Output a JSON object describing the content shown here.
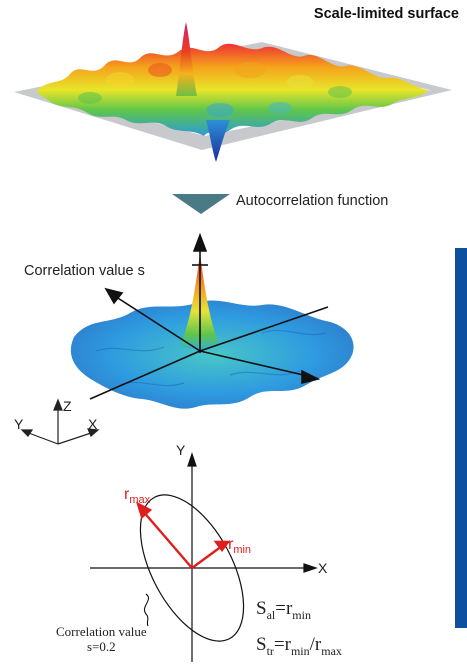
{
  "title": "Scale-limited surface",
  "step_label": "Autocorrelation function",
  "correlation_label": "Correlation value s",
  "coord": {
    "x": "X",
    "y": "Y",
    "z": "Z"
  },
  "plot": {
    "x_axis": "X",
    "y_axis": "Y",
    "r_max": {
      "base": "r",
      "sub": "max"
    },
    "r_min": {
      "base": "r",
      "sub": "min"
    },
    "contour_label_line1": "Correlation value",
    "contour_label_line2": "s=0.2",
    "eq1": {
      "lhs": "S",
      "lhs_sub": "al",
      "rhs": "r",
      "rhs_sub": "min"
    },
    "eq2": {
      "lhs": "S",
      "lhs_sub": "tr",
      "rhs1": "r",
      "rhs1_sub": "min",
      "rhs2": "r",
      "rhs2_sub": "max"
    }
  },
  "colors": {
    "side_bar": "#0f4fa0",
    "step_arrow": "#4a7a86",
    "vector_red": "#e01e1e",
    "platform": "#c7c9cc"
  }
}
